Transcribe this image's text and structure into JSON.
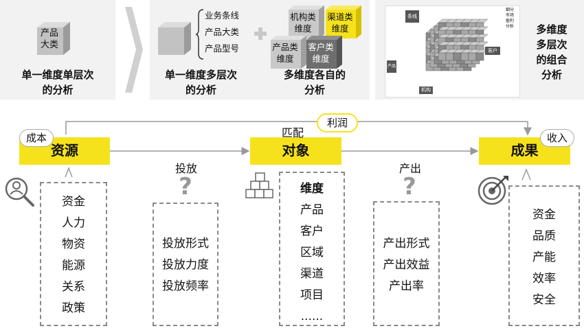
{
  "top": {
    "panel1": {
      "cube_text": "产品\n大类",
      "caption": "单一维度单层次\n的分析"
    },
    "panel2": {
      "bracket_items": [
        "业务条线",
        "产品大类",
        "产品型号"
      ],
      "caption1": "单一维度多层次\n的分析",
      "cubes": [
        "机构类\n维度",
        "渠道类\n维度",
        "产品类\n维度",
        "客户类\n维度"
      ],
      "caption2": "多维度各自的\n分析"
    },
    "panel3": {
      "mini_labels": [
        "条线",
        "客户",
        "产品",
        "机构",
        "细分\n市场\n盈利\n分析"
      ],
      "caption": "多维度\n多层次\n的组合\n分析"
    }
  },
  "flow": {
    "nodes": [
      {
        "title": "资源",
        "tag": "成本"
      },
      {
        "title": "对象",
        "tag": ""
      },
      {
        "title": "成果",
        "tag": "收入"
      }
    ],
    "profit_label": "利润",
    "match_label": "匹配",
    "invest_label": "投放",
    "output_label": "产出",
    "resource_items": [
      "资金",
      "人力",
      "物资",
      "能源",
      "关系",
      "政策"
    ],
    "invest_items": [
      "投放形式",
      "投放力度",
      "投放频率"
    ],
    "object_items": [
      "维度",
      "产品",
      "客户",
      "区域",
      "渠道",
      "项目",
      "......"
    ],
    "output_items": [
      "产出形式",
      "产出效益",
      "产出率"
    ],
    "result_items": [
      "资金",
      "品质",
      "产能",
      "效率",
      "安全"
    ],
    "question_mark": "?"
  }
}
